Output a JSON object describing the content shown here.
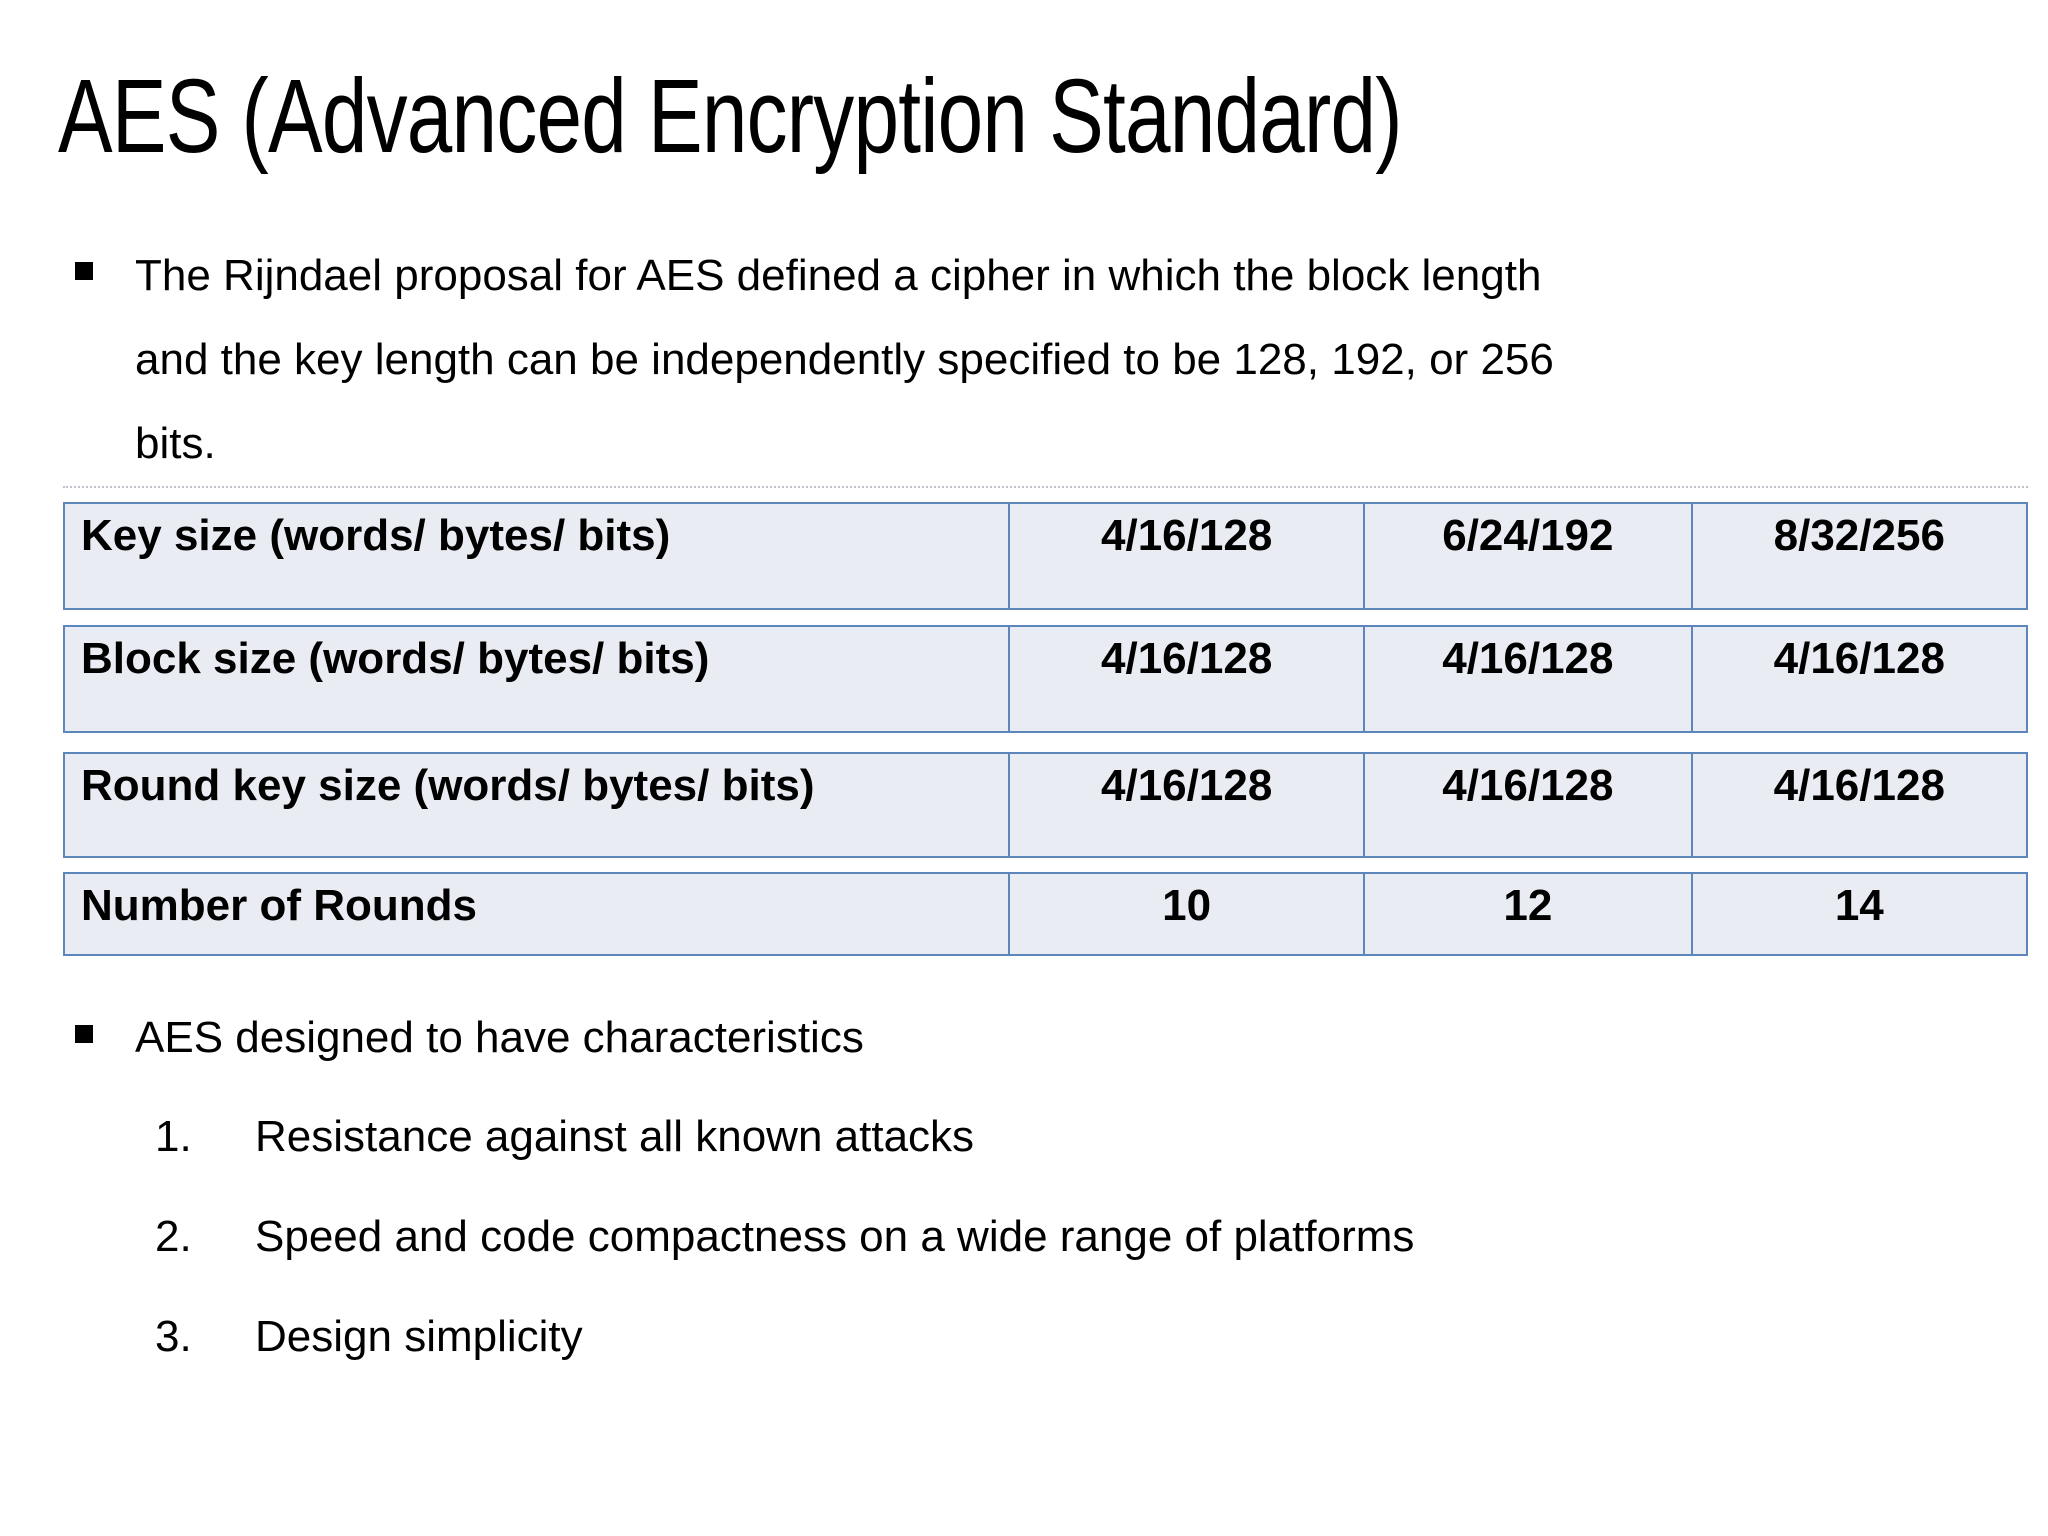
{
  "theme": {
    "bg": "#ffffff",
    "text": "#000000",
    "accent": "#5d87ba",
    "cell_bg": "#e9ecf2",
    "rule": "#8b929c"
  },
  "title": "AES (Advanced Encryption Standard)",
  "intro_bullet": {
    "marker": "square-bullet",
    "lines": [
      "The Rijndael proposal for AES defined a cipher in which the block length",
      "and the key length can be independently specified to be 128, 192, or 256",
      "bits."
    ]
  },
  "table": {
    "rows": [
      {
        "label": "Key size (words/ bytes/ bits)",
        "values": [
          "4/16/128",
          "6/24/192",
          "8/32/256"
        ]
      },
      {
        "label": "Block size (words/ bytes/ bits)",
        "values": [
          "4/16/128",
          "4/16/128",
          "4/16/128"
        ]
      },
      {
        "label": "Round key size (words/ bytes/ bits)",
        "values": [
          "4/16/128",
          "4/16/128",
          "4/16/128"
        ]
      },
      {
        "label": "Number of Rounds",
        "values": [
          "10",
          "12",
          "14"
        ]
      }
    ]
  },
  "characteristics": {
    "marker": "square-bullet",
    "heading": "AES designed to have characteristics",
    "items": [
      {
        "num": "1.",
        "text": "Resistance against all known attacks"
      },
      {
        "num": "2.",
        "text": "Speed and code compactness on a wide range of platforms"
      },
      {
        "num": "3.",
        "text": "Design simplicity"
      }
    ]
  }
}
